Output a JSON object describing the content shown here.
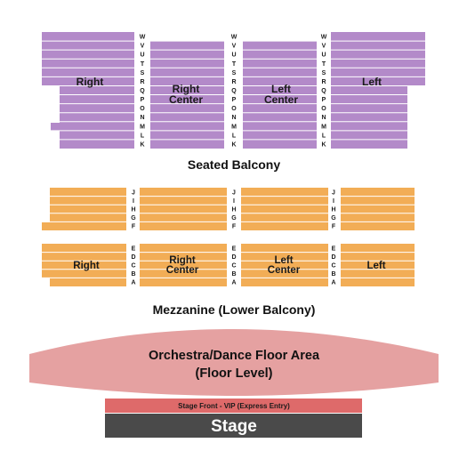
{
  "colors": {
    "balcony": "#b38ac9",
    "mezzanine": "#f2ad56",
    "row_line": "#ffffff",
    "floor": "#e5a1a1",
    "vip": "#de6a6a",
    "stage": "#4a4a4a"
  },
  "balcony": {
    "heading": "Seated Balcony",
    "rows_outer": [
      "W",
      "V",
      "U",
      "T",
      "S",
      "R",
      "Q",
      "P",
      "O",
      "N",
      "M",
      "L",
      "K"
    ],
    "rows_center": [
      "W",
      "V",
      "U",
      "T",
      "S",
      "R",
      "Q",
      "P",
      "O",
      "N",
      "M",
      "L",
      "K"
    ],
    "sections": {
      "right": {
        "label": "Right"
      },
      "right_center": {
        "label_line1": "Right",
        "label_line2": "Center"
      },
      "left_center": {
        "label_line1": "Left",
        "label_line2": "Center"
      },
      "left": {
        "label": "Left"
      }
    }
  },
  "mezzanine": {
    "heading": "Mezzanine (Lower Balcony)",
    "upper_rows": [
      "J",
      "I",
      "H",
      "G",
      "F"
    ],
    "lower_rows": [
      "E",
      "D",
      "C",
      "B",
      "A"
    ],
    "sections": {
      "right": {
        "label": "Right"
      },
      "right_center": {
        "label_line1": "Right",
        "label_line2": "Center"
      },
      "left_center": {
        "label_line1": "Left",
        "label_line2": "Center"
      },
      "left": {
        "label": "Left"
      }
    }
  },
  "floor": {
    "label_line1": "Orchestra/Dance Floor Area",
    "label_line2": "(Floor Level)"
  },
  "vip": {
    "label": "Stage Front - VIP (Express Entry)"
  },
  "stage": {
    "label": "Stage"
  }
}
